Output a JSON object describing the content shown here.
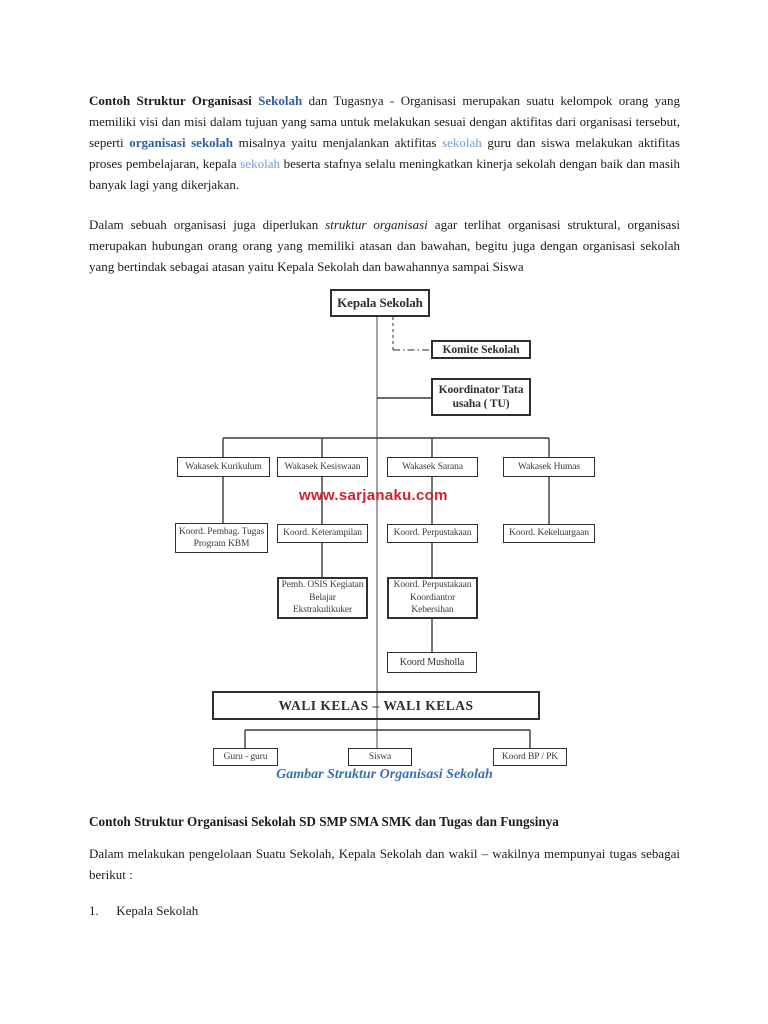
{
  "colors": {
    "text": "#1c1c1c",
    "link_bold_blue": "#2e5f9e",
    "link_light_blue": "#6f9fd2",
    "caption_blue": "#3a70ae",
    "watermark_red": "#d41f2c",
    "line_dark": "#3a3a3a",
    "trunk_gray": "#8a8a8a"
  },
  "paragraphs": {
    "p1": {
      "segments": [
        {
          "t": "Contoh Struktur Organisasi ",
          "b": 1
        },
        {
          "t": "Sekolah",
          "b": 1,
          "c": "#2e5f9e"
        },
        {
          "t": " dan Tugasnya - Organisasi merupakan suatu kelompok orang yang memiliki visi dan misi dalam tujuan yang sama untuk melakukan sesuai dengan aktifitas dari organisasi tersebut, seperti "
        },
        {
          "t": "organisasi sekolah",
          "b": 1,
          "c": "#2e5f9e"
        },
        {
          "t": " misalnya yaitu menjalankan aktifitas "
        },
        {
          "t": "sekolah",
          "c": "#6f9fd2"
        },
        {
          "t": " guru dan siswa melakukan aktifitas proses pembelajaran, kepala "
        },
        {
          "t": "sekolah",
          "c": "#6f9fd2"
        },
        {
          "t": " beserta stafnya selalu meningkatkan kinerja sekolah dengan baik dan masih banyak lagi yang dikerjakan."
        }
      ]
    },
    "p2": {
      "segments": [
        {
          "t": "Dalam sebuah organisasi juga diperlukan "
        },
        {
          "t": "struktur organisasi",
          "i": 1
        },
        {
          "t": " agar terlihat organisasi struktural, organisasi merupakan hubungan orang orang yang memiliki atasan dan bawahan, begitu juga dengan organisasi sekolah yang bertindak sebagai atasan yaitu Kepala Sekolah dan bawahannya sampai Siswa"
        }
      ]
    },
    "heading2": "Contoh Struktur Organisasi Sekolah SD SMP SMA SMK dan Tugas dan Fungsinya",
    "p3": "Dalam melakukan pengelolaan Suatu Sekolah, Kepala Sekolah dan wakil – wakilnya mempunyai tugas sebagai berikut :",
    "list_item_1_number": "1.",
    "list_item_1_text": "Kepala Sekolah"
  },
  "diagram": {
    "watermark": "www.sarjanaku.com",
    "caption": "Gambar Struktur Organisasi Sekolah",
    "nodes": {
      "kepala": "Kepala Sekolah",
      "komite": "Komite Sekolah",
      "tu": {
        "lines": [
          "Koordinator Tata",
          "usaha ( TU)"
        ]
      },
      "wakasek_kurikulum": "Wakasek Kurikulum",
      "wakasek_kesiswaan": "Wakasek Kesiswaan",
      "wakasek_sarana": "Wakasek Sarana",
      "wakasek_humas": "Wakasek Humas",
      "pembag": {
        "lines": [
          "Koord. Pembag. Tugas",
          "Program KBM"
        ]
      },
      "keterampilan": "Koord. Keterampilan",
      "perpustakaan": "Koord. Perpustakaan",
      "kekeluargaan": "Koord. Kekeluargaan",
      "osis": {
        "lines": [
          "Pemb. OSIS Kegiatan",
          "Belajar",
          "Ekstrakulikuker"
        ]
      },
      "kebersihan": {
        "lines": [
          "Koord. Perpustakaan",
          "Koordiantor",
          "Kebersihan"
        ]
      },
      "musholla": "Koord Musholla",
      "wali": "WALI KELAS – WALI KELAS",
      "guru": "Guru - guru",
      "siswa": "Siswa",
      "bpk": "Koord BP / PK"
    }
  }
}
